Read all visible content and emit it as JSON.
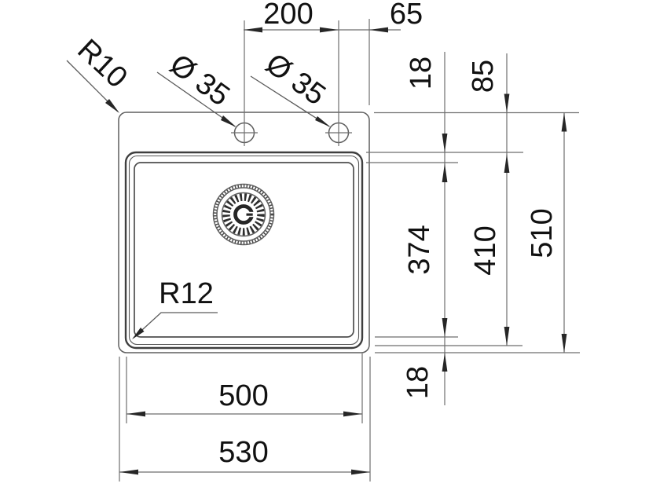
{
  "drawing": {
    "kind": "sink-installation-dimension-drawing",
    "units_note": "",
    "labels": {
      "dim_200": "200",
      "dim_65": "65",
      "dim_18_top": "18",
      "dim_85": "85",
      "dim_374": "374",
      "dim_410": "410",
      "dim_510": "510",
      "dim_18_bottom": "18",
      "dim_500": "500",
      "dim_530": "530",
      "radius_outer_corner": "R10",
      "hole_1_diameter": "Ø 35",
      "hole_2_diameter": "Ø 35",
      "radius_bowl_corner": "R12"
    },
    "colors": {
      "background": "#ffffff",
      "geometry": "#5f5f5f",
      "bowl": "#3f3f3f",
      "dimension": "#6e6e6e",
      "arrow": "#262626",
      "text": "#111111"
    }
  }
}
